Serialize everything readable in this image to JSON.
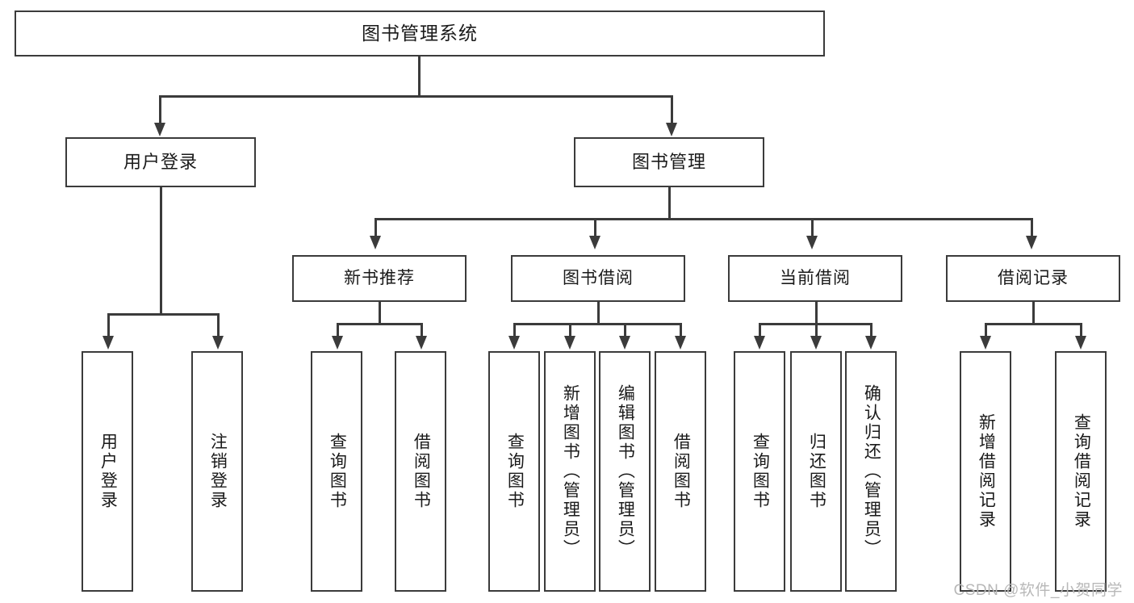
{
  "diagram": {
    "title": "图书管理系统",
    "watermark": "CSDN @软件_小贺同学",
    "colors": {
      "stroke": "#3b3b3b",
      "fill": "#ffffff",
      "text": "#1a1a1a",
      "watermark": "#b8b8b8"
    },
    "root": {
      "label": "图书管理系统"
    },
    "level2": [
      {
        "label": "用户登录"
      },
      {
        "label": "图书管理"
      }
    ],
    "level3": [
      {
        "label": "新书推荐"
      },
      {
        "label": "图书借阅"
      },
      {
        "label": "当前借阅"
      },
      {
        "label": "借阅记录"
      }
    ],
    "leaves": {
      "user_login": [
        {
          "label": "用户登录"
        },
        {
          "label": "注销登录"
        }
      ],
      "new_book_recommend": [
        {
          "label": "查询图书"
        },
        {
          "label": "借阅图书"
        }
      ],
      "book_borrow": [
        {
          "label": "查询图书"
        },
        {
          "label": "新增图书（管理员）"
        },
        {
          "label": "编辑图书（管理员）"
        },
        {
          "label": "借阅图书"
        }
      ],
      "current_borrow": [
        {
          "label": "查询图书"
        },
        {
          "label": "归还图书"
        },
        {
          "label": "确认归还（管理员）"
        }
      ],
      "borrow_record": [
        {
          "label": "新增借阅记录"
        },
        {
          "label": "查询借阅记录"
        }
      ]
    }
  }
}
